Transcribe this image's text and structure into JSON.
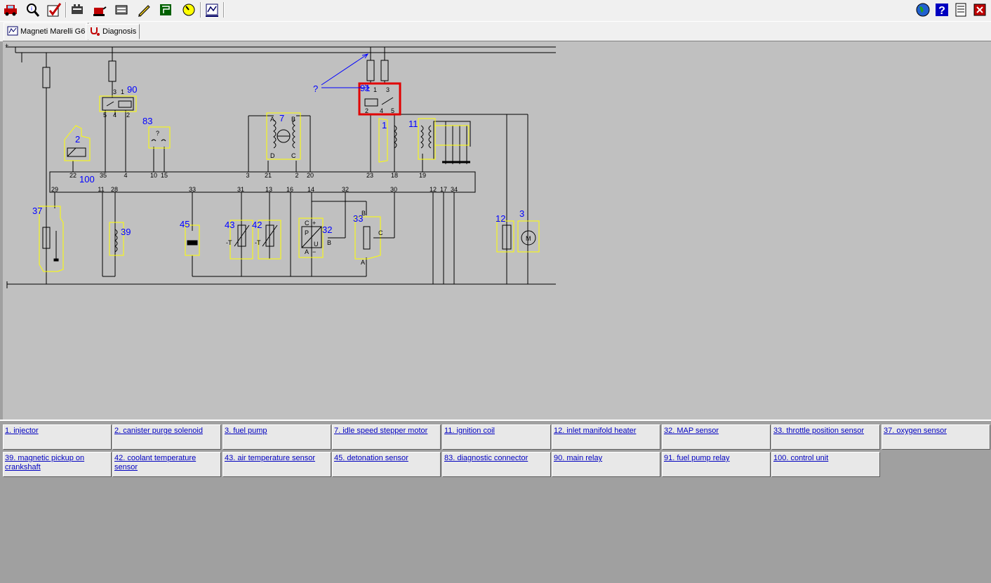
{
  "toolbar": {
    "left_icons": [
      "car-icon",
      "magnifier-icon",
      "checkmark-icon",
      "engine-icon",
      "oil-can-icon",
      "connector-icon",
      "pencil-icon",
      "circuit-board-icon",
      "timer-gauge-icon",
      "schematic-icon"
    ],
    "right_icons": [
      "globe-icon",
      "help-icon",
      "notes-icon",
      "exit-icon"
    ]
  },
  "tabs": [
    {
      "label": "Magneti Marelli G6",
      "icon": "schematic-icon"
    },
    {
      "label": "Diagnosis",
      "icon": "stethoscope-icon"
    }
  ],
  "diagram": {
    "component_numbers": {
      "c90": "90",
      "c83": "83",
      "c7": "7",
      "c91": "91",
      "c2": "2",
      "c100": "100",
      "c1": "1",
      "c11": "11",
      "c37": "37",
      "c39": "39",
      "c45": "45",
      "c43": "43",
      "c42": "42",
      "c32": "32",
      "c33": "33",
      "c12": "12",
      "c3": "3"
    },
    "question_mark": "?",
    "plus_sign": "+",
    "top_pins": [
      "22",
      "35",
      "4",
      "10",
      "15",
      "3",
      "21",
      "2",
      "20",
      "23",
      "18",
      "19"
    ],
    "bottom_pins": [
      "29",
      "11",
      "28",
      "33",
      "31",
      "13",
      "16",
      "14",
      "32",
      "30",
      "12",
      "17",
      "34"
    ],
    "relay_pins": [
      "3",
      "1",
      "5",
      "4",
      "2"
    ],
    "relay91_pins": [
      "1",
      "3",
      "2",
      "4",
      "5"
    ],
    "motor_terminals": [
      "A",
      "B",
      "D",
      "C"
    ],
    "map_terminals": [
      "C",
      "+",
      "P",
      "U",
      "B",
      "A",
      "−"
    ],
    "throttle_terminals": [
      "B",
      "C",
      "A"
    ],
    "sensor_marks": [
      "-T",
      "-T"
    ],
    "motor_symbol": "M"
  },
  "legend": {
    "row1": [
      "1. injector",
      "2. canister purge solenoid",
      "3. fuel pump",
      "7. idle speed stepper motor",
      "11. ignition coil",
      "12. inlet manifold heater",
      "32. MAP sensor",
      "33. throttle position sensor",
      "37. oxygen sensor"
    ],
    "row2": [
      "39. magnetic pickup on crankshaft",
      "42. coolant temperature sensor",
      "43. air temperature sensor",
      "45. detonation sensor",
      "83. diagnostic connector",
      "90. main relay",
      "91. fuel pump relay",
      "100. control unit"
    ]
  },
  "colors": {
    "wire": "#000000",
    "outline": "#ffff00",
    "label": "#0000ff",
    "highlight": "#e00000"
  }
}
